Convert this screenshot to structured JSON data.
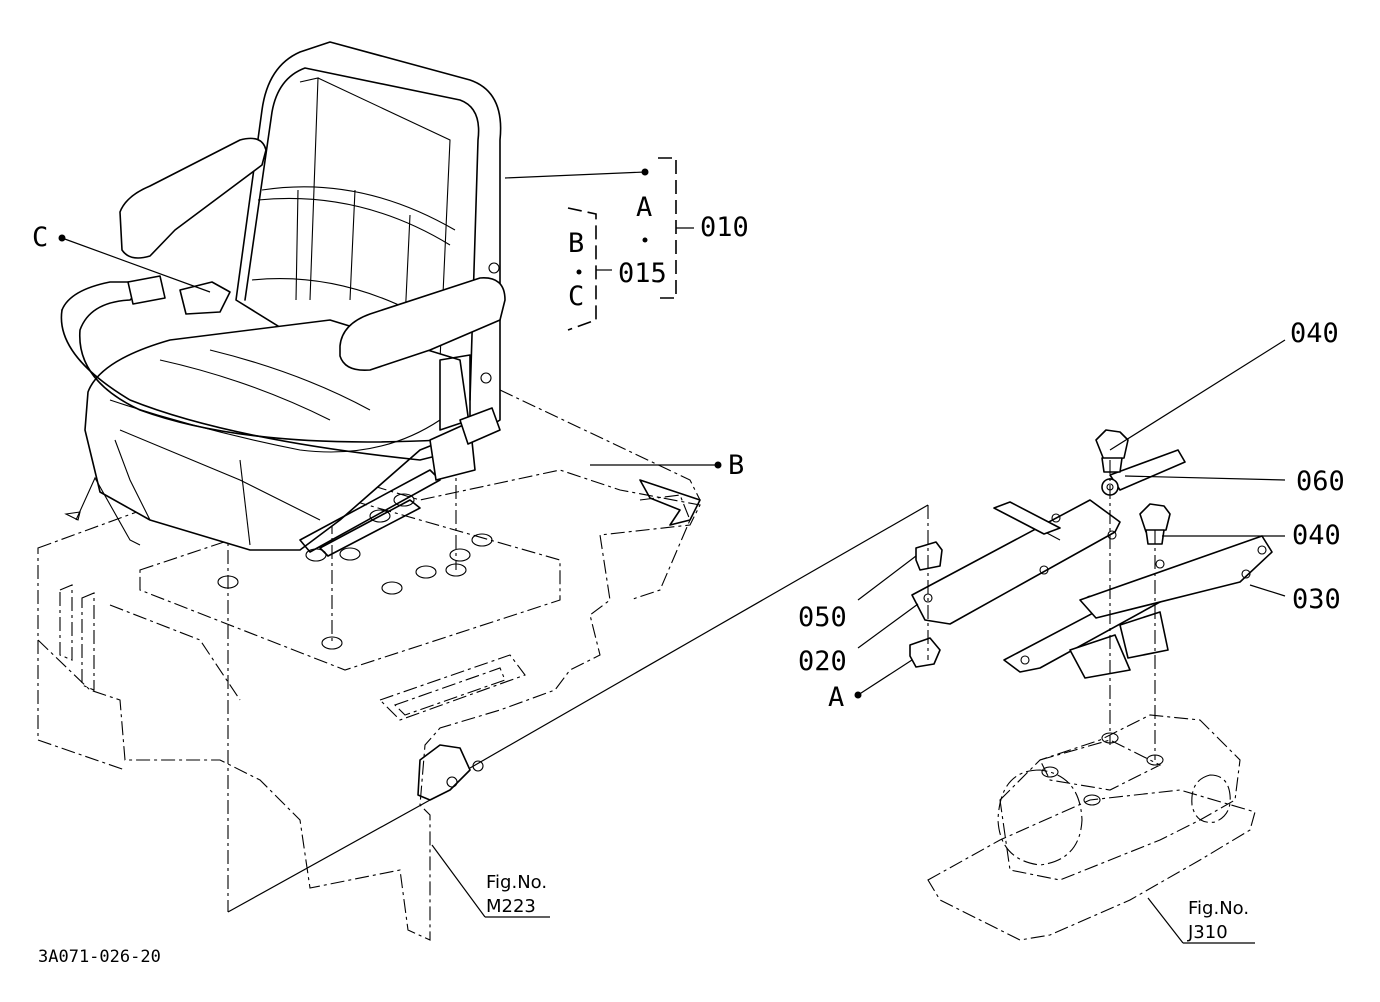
{
  "drawing_code": "3A071-026-20",
  "callouts": {
    "p010": "010",
    "p015": "015",
    "p020": "020",
    "p030": "030",
    "p040a": "040",
    "p040b": "040",
    "p050": "050",
    "p060": "060"
  },
  "refs": {
    "A_top": "A",
    "B_top": "B",
    "C_top": "C",
    "C_left": "C",
    "B_right": "B",
    "A_bottom": "A"
  },
  "fig_refs": [
    {
      "line1": "Fig.No.",
      "line2": "M223"
    },
    {
      "line1": "Fig.No.",
      "line2": "J310"
    }
  ]
}
